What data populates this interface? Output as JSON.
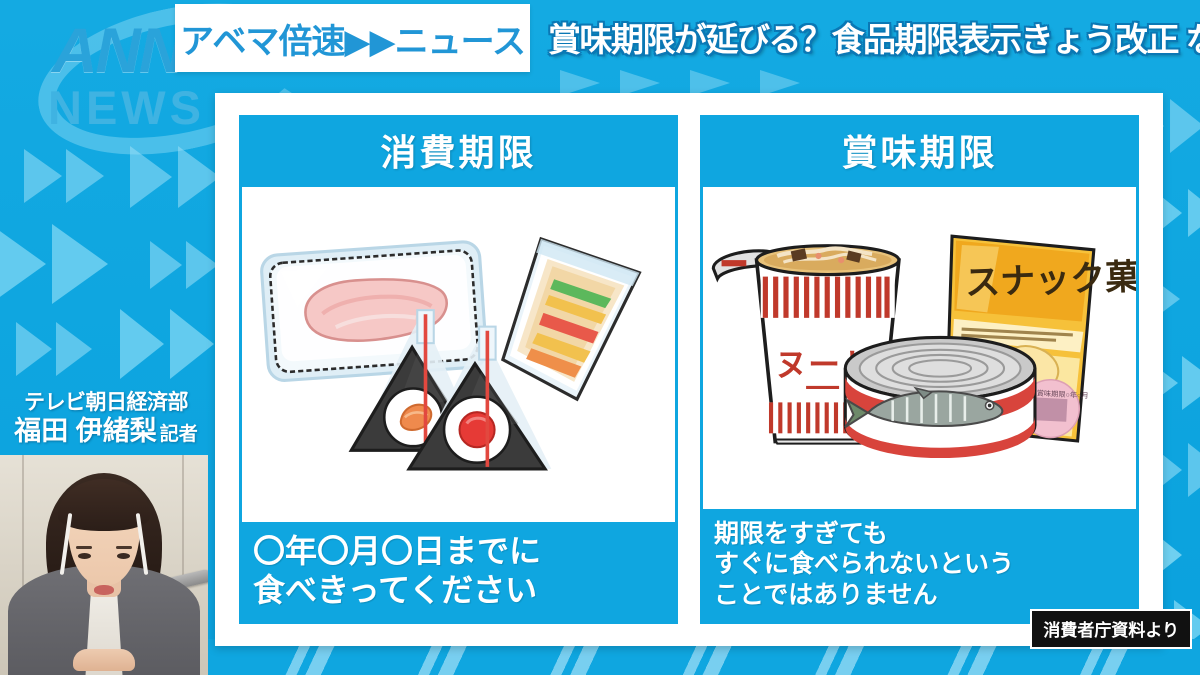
{
  "broadcast": {
    "network_logo_primary": "ANN",
    "network_logo_secondary": "NEWS",
    "program_badge": "アベマ倍速▶▶ニュース",
    "headline": "賞味期限が延びる？食品期限表示きょう改正 なぜ変わる",
    "accent_blue": "#0fa6e0",
    "light_blue": "#59c4ec",
    "headline_outline": "#0a78b5"
  },
  "reporter": {
    "department": "テレビ朝日経済部",
    "name": "福田 伊緒梨",
    "title": "記者"
  },
  "panels": [
    {
      "id": "consumption-limit",
      "header": "消費期限",
      "footer_lines": [
        "〇年〇月〇日までに",
        "食べきってください"
      ],
      "illustration_items": [
        "packaged-raw-meat",
        "onigiri-salmon",
        "onigiri-umeboshi",
        "packaged-sandwich"
      ]
    },
    {
      "id": "best-before",
      "header": "賞味期限",
      "footer_lines": [
        "期限をすぎても",
        "すぐに食べられないという",
        "ことではありません"
      ],
      "illustration_items": [
        "cup-noodle",
        "canned-fish",
        "snack-bag"
      ],
      "illustration_labels": {
        "cup_noodle": "ヌードル",
        "snack_bag": "スナック菓子"
      }
    }
  ],
  "source_credit": "消費者庁資料より"
}
